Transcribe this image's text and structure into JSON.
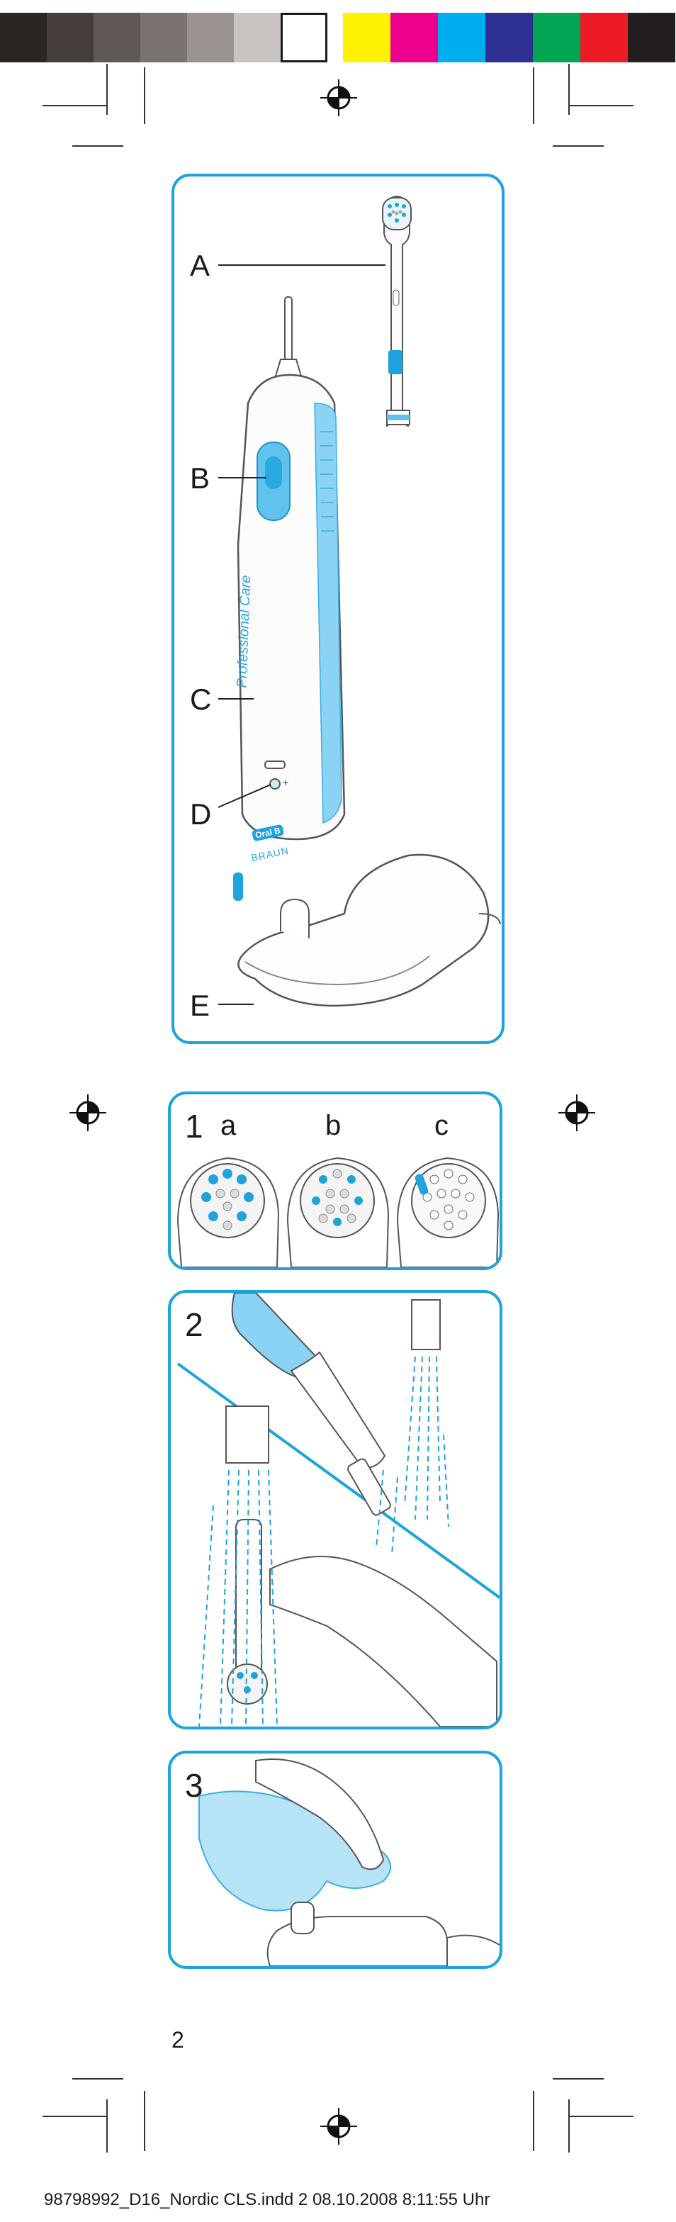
{
  "swatches": {
    "grays": [
      "#2b2523",
      "#453e3c",
      "#5f5856",
      "#7a7371",
      "#9a9391",
      "#c9c3c1",
      "#ffffff"
    ],
    "colors": [
      "#fff200",
      "#ec008c",
      "#00aeef",
      "#2e3192",
      "#00a651",
      "#ed1c24",
      "#231f20"
    ],
    "accent": "#1ea3dc"
  },
  "overview": {
    "labels": {
      "a": "A",
      "b": "B",
      "c": "C",
      "d": "D",
      "e": "E"
    },
    "handle_text": "Professional Care",
    "logo_oralb": "Oral B",
    "logo_braun": "BRAUN"
  },
  "fig1": {
    "step": "1",
    "a": "a",
    "b": "b",
    "c": "c"
  },
  "fig2": {
    "step": "2"
  },
  "fig3": {
    "step": "3"
  },
  "page_number": "2",
  "footer": "98798992_D16_Nordic CLS.indd   2   08.10.2008   8:11:55 Uhr"
}
